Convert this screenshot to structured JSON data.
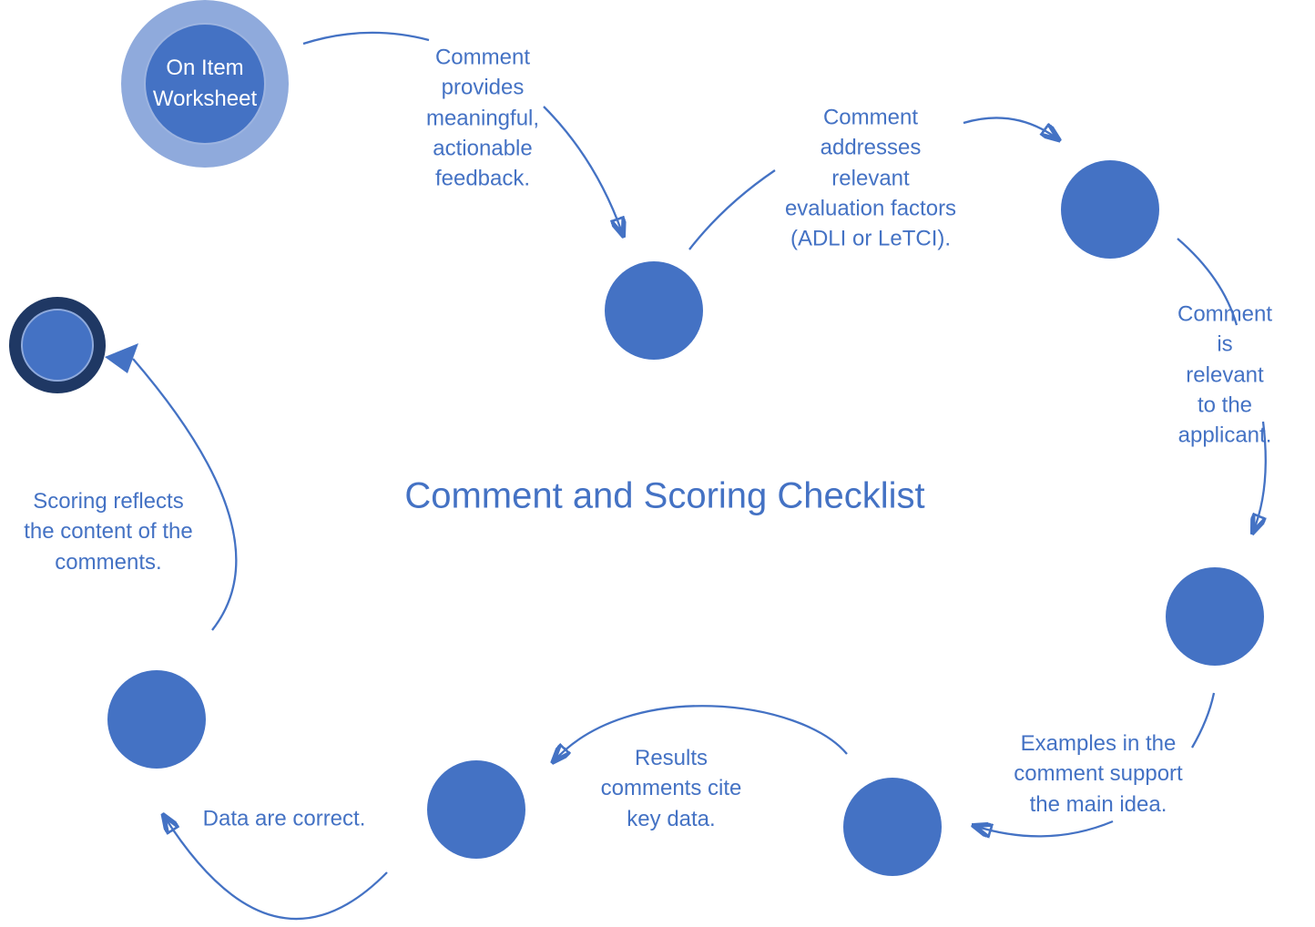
{
  "title": "Comment and Scoring Checklist",
  "colors": {
    "primary_blue": "#4472C4",
    "light_blue_ring": "#8FAADC",
    "dark_navy_ring": "#1F3864",
    "label_text": "#4472C4",
    "start_node_text": "#FFFFFF",
    "background": "#FFFFFF"
  },
  "start_node": {
    "label": "On Item\nWorksheet"
  },
  "steps": [
    {
      "label": "Comment\nprovides\nmeaningful,\nactionable\nfeedback."
    },
    {
      "label": "Comment\naddresses\nrelevant\nevaluation factors\n(ADLI or LeTCI)."
    },
    {
      "label": "Comment is\nrelevant to the\napplicant."
    },
    {
      "label": "Examples in the\ncomment support\nthe main idea."
    },
    {
      "label": "Results\ncomments cite\nkey data."
    },
    {
      "label": "Data are correct."
    },
    {
      "label": "Scoring reflects\nthe content of the\ncomments."
    }
  ]
}
